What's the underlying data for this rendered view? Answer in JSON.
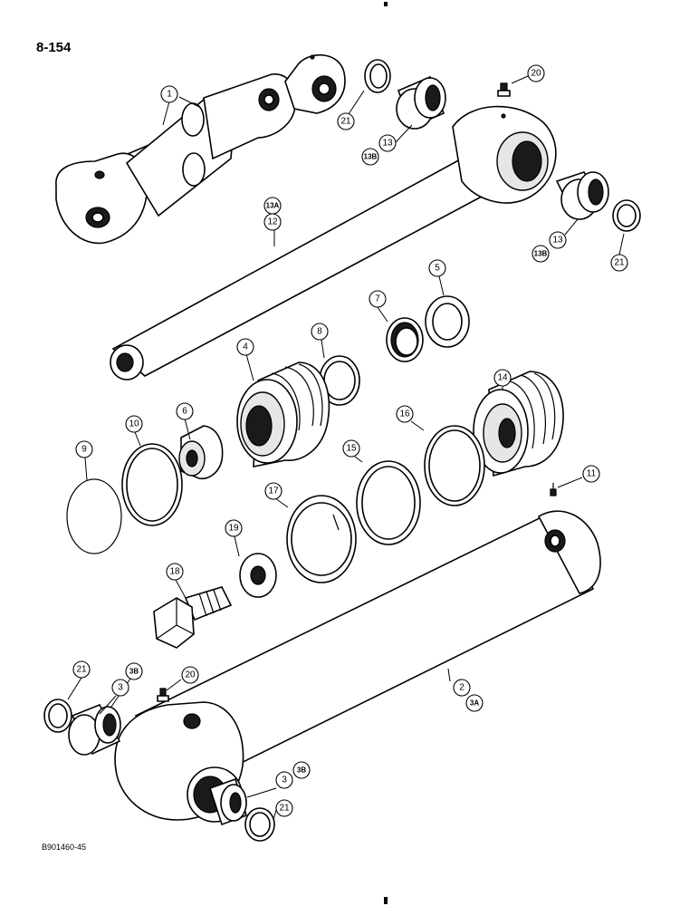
{
  "page_label": "8-154",
  "doc_code": "B901460-45",
  "callouts": {
    "c1": "1",
    "c2": "2",
    "c3a": "3",
    "c3b": "3",
    "c3A": "3A",
    "c3B_a": "3B",
    "c3B_b": "3B",
    "c4": "4",
    "c5": "5",
    "c6": "6",
    "c7": "7",
    "c8": "8",
    "c9": "9",
    "c10": "10",
    "c11": "11",
    "c12": "12",
    "c13a": "13",
    "c13b": "13",
    "c13A": "13A",
    "c13B_a": "13B",
    "c13B_b": "13B",
    "c14": "14",
    "c15": "15",
    "c16": "16",
    "c17": "17",
    "c18": "18",
    "c19": "19",
    "c20a": "20",
    "c20b": "20",
    "c21a": "21",
    "c21b": "21",
    "c21c": "21",
    "c21d": "21"
  }
}
